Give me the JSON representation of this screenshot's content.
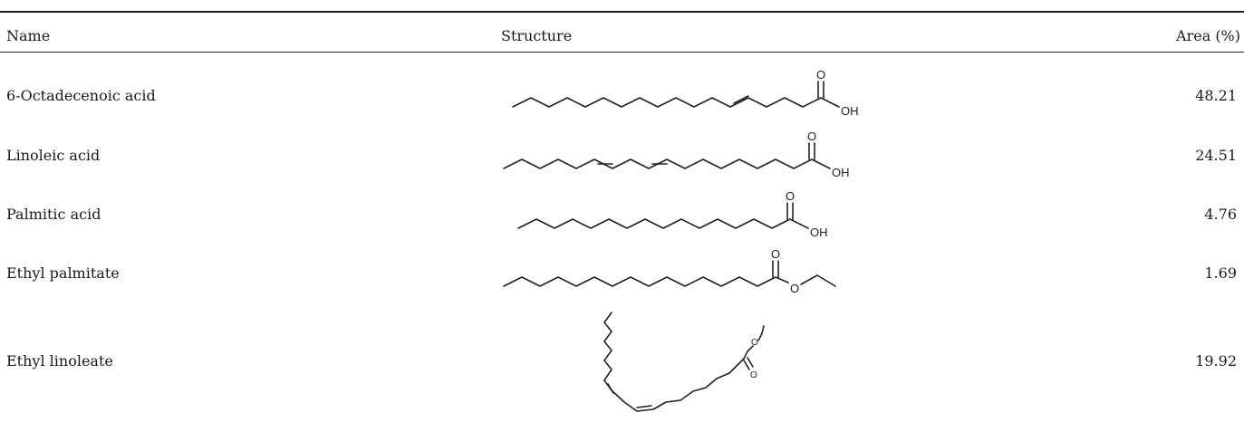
{
  "table": {
    "headers": {
      "name": "Name",
      "structure": "Structure",
      "area": "Area (%)"
    },
    "rows": [
      {
        "name": "6-Octadecenoic acid",
        "area": "48.21"
      },
      {
        "name": "Linoleic acid",
        "area": "24.51"
      },
      {
        "name": "Palmitic acid",
        "area": "4.76"
      },
      {
        "name": "Ethyl palmitate",
        "area": "1.69"
      },
      {
        "name": "Ethyl linoleate",
        "area": "19.92"
      }
    ],
    "atom_labels": {
      "oxygen": "O",
      "hydroxyl": "OH"
    }
  }
}
